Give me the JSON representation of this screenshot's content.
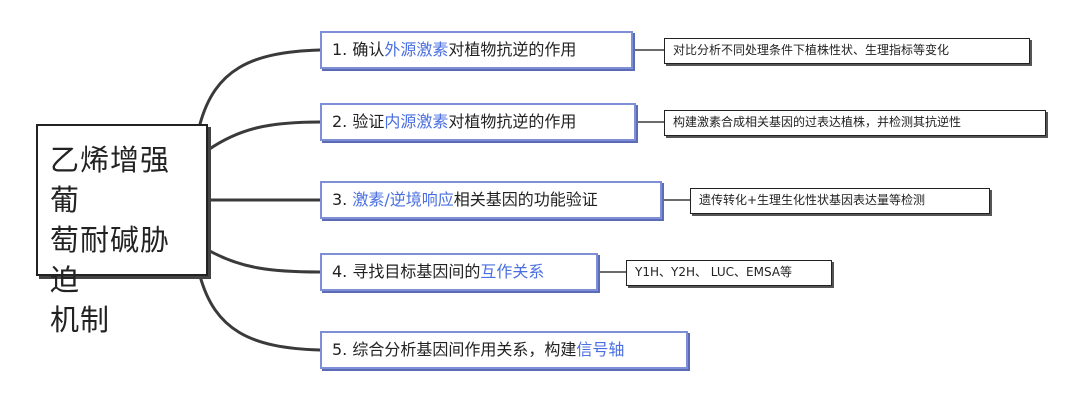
{
  "root": {
    "line1": "乙烯增强葡",
    "line2": "萄耐碱胁迫",
    "line3": "机制"
  },
  "branches": [
    {
      "prefix": "1. 确认",
      "hl": "外源激素",
      "suffix": "对植物抗逆的作用",
      "detail": "对比分析不同处理条件下植株性状、生理指标等变化"
    },
    {
      "prefix": "2. 验证",
      "hl": "内源激素",
      "suffix": "对植物抗逆的作用",
      "detail": "构建激素合成相关基因的过表达植株，并检测其抗逆性"
    },
    {
      "prefix": "3. ",
      "hl": "激素/逆境响应",
      "suffix": "相关基因的功能验证",
      "detail": "遗传转化+生理生化性状基因表达量等检测"
    },
    {
      "prefix": "4. 寻找目标基因间的",
      "hl": "互作关系",
      "suffix": "",
      "detail": "Y1H、Y2H、 LUC、EMSA等"
    },
    {
      "prefix": "5. 综合分析基因间作用关系，构建",
      "hl": "信号轴",
      "suffix": "",
      "detail": ""
    }
  ],
  "colors": {
    "line": "#3a3a3a",
    "branch_border": "#7f8fd6",
    "highlight": "#4a6fe0"
  }
}
